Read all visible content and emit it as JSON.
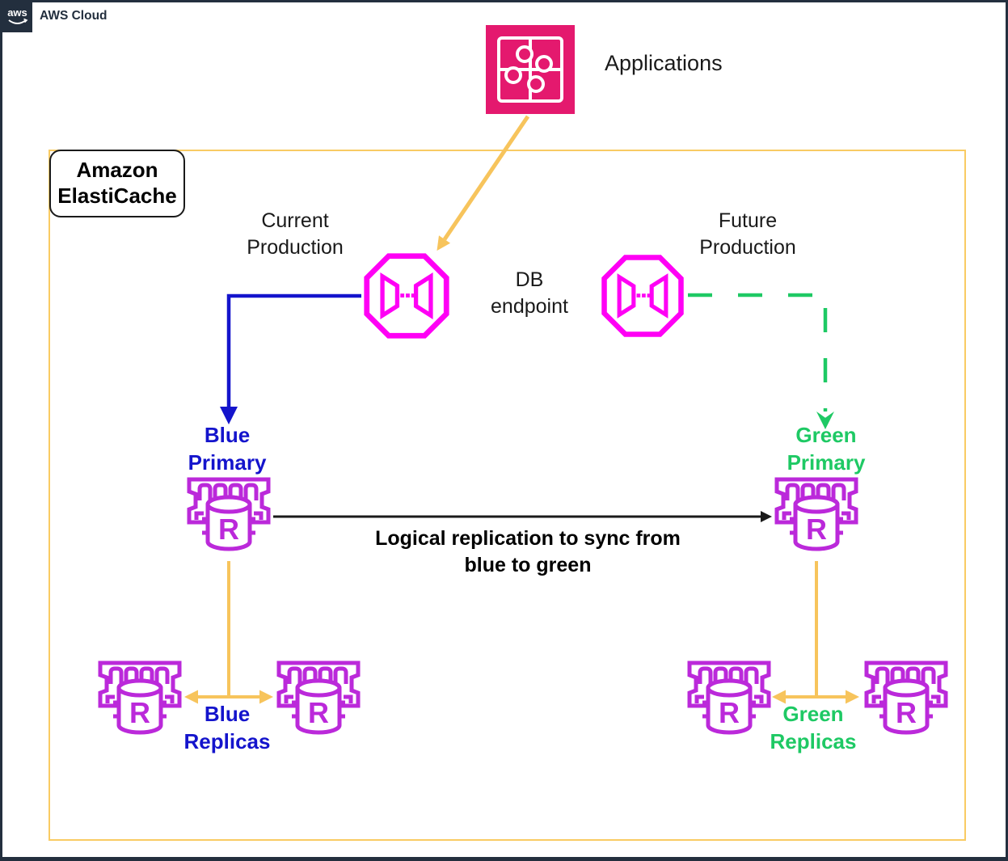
{
  "header": {
    "logo_text": "aws",
    "cloud_label": "AWS Cloud"
  },
  "applications": {
    "label": "Applications",
    "icon": "puzzle-pieces-icon"
  },
  "group": {
    "label": "Amazon\nElastiCache"
  },
  "endpoints": {
    "current_title": "Current\nProduction",
    "future_title": "Future\nProduction",
    "label": "DB\nendpoint",
    "icon": "cache-endpoint-octagon-icon"
  },
  "nodes": {
    "letter": "R",
    "icon": "elasticache-redis-node-icon",
    "blue_primary_label": "Blue\nPrimary",
    "green_primary_label": "Green\nPrimary",
    "blue_replicas_label": "Blue\nReplicas",
    "green_replicas_label": "Green\nReplicas"
  },
  "annotations": {
    "replication": "Logical replication to sync from\nblue to green"
  },
  "colors": {
    "navy": "#232F3E",
    "pink": "#E4196E",
    "magenta": "#FF00F5",
    "purple": "#BB29DA",
    "gold": "#F7C45C",
    "gold-border": "#F9CB63",
    "blue": "#1414CC",
    "green": "#1EC964",
    "ink": "#1A1A1A"
  }
}
